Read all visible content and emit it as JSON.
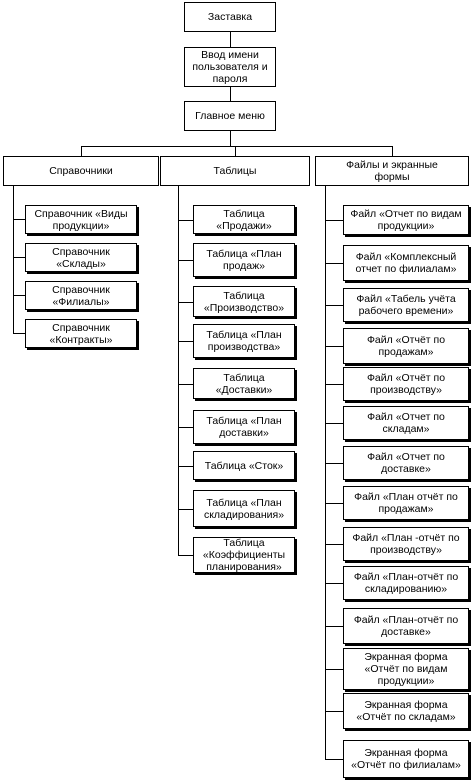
{
  "diagram": {
    "top": [
      "Заставка",
      "Ввод имени\nпользователя и\nпароля",
      "Главное меню"
    ],
    "groups": [
      {
        "title": "Справочники",
        "items": [
          "Справочник «Виды\nпродукции»",
          "Справочник\n«Склады»",
          "Справочник\n«Филиалы»",
          "Справочник\n«Контракты»"
        ]
      },
      {
        "title": "Таблицы",
        "items": [
          "Таблица\n«Продажи»",
          "Таблица «План\nпродаж»",
          "Таблица\n«Производство»",
          "Таблица «План\nпроизводства»",
          "Таблица\n«Доставки»",
          "Таблица «План\nдоставки»",
          "Таблица «Сток»",
          "Таблица «План\nскладирования»",
          "Таблица\n«Коэффициенты\nпланирования»"
        ]
      },
      {
        "title": "Файлы и экранные\nформы",
        "items": [
          "Файл «Отчет по видам\nпродукции»",
          "Файл «Комплексный\nотчет по филиалам»",
          "Файл «Табель учёта\nрабочего времени»",
          "Файл «Отчёт по\nпродажам»",
          "Файл «Отчёт по\nпроизводству»",
          "Файл «Отчет по\nскладам»",
          "Файл «Отчет по\nдоставке»",
          "Файл «План отчёт по\nпродажам»",
          "Файл «План -отчёт по\nпроизводству»",
          "Файл «План-отчёт по\nскладированию»",
          "Файл «План-отчёт по\nдоставке»",
          "Экранная форма\n«Отчёт по видам\nпродукции»",
          "Экранная форма\n«Отчёт по складам»",
          "Экранная форма\n«Отчёт по филиалам»"
        ]
      }
    ]
  }
}
